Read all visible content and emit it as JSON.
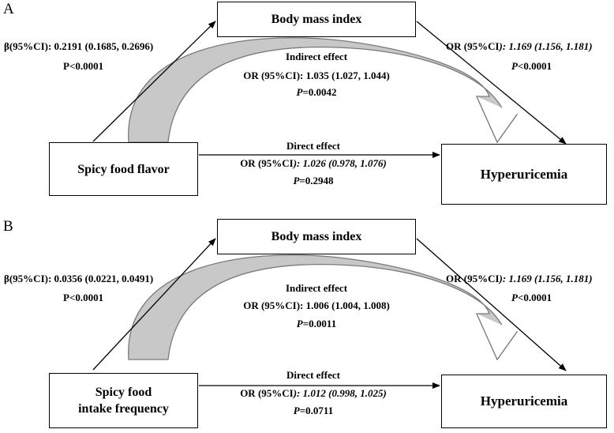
{
  "panels": [
    {
      "letter": "A",
      "mediator": "Body mass index",
      "exposure": "Spicy food flavor",
      "outcome": "Hyperuricemia",
      "a_path": {
        "stat": "β(95%CI): 0.2191 (0.1685, 0.2696)",
        "p": "P<0.0001"
      },
      "b_path": {
        "stat_prefix": "OR (95%CI",
        "stat_suffix": "): 1.169 (1.156, 1.181)",
        "p_sym": "P",
        "p_rest": "<0.0001"
      },
      "indirect": {
        "title": "Indirect effect",
        "stat": "OR (95%CI): 1.035 (1.027, 1.044)",
        "p_sym": "P",
        "p_rest": "=0.0042"
      },
      "direct": {
        "title": "Direct effect",
        "stat_prefix": "OR (95%CI",
        "stat_suffix": "): 1.026 (0.978, 1.076)",
        "p_sym": "P",
        "p_rest": "=0.2948"
      }
    },
    {
      "letter": "B",
      "mediator": "Body mass index",
      "exposure_line1": "Spicy food",
      "exposure_line2": "intake frequency",
      "outcome": "Hyperuricemia",
      "a_path": {
        "stat": "β(95%CI): 0.0356 (0.0221, 0.0491)",
        "p": "P<0.0001"
      },
      "b_path": {
        "stat_prefix": "OR (95%CI",
        "stat_suffix": "): 1.169 (1.156, 1.181)",
        "p_sym": "P",
        "p_rest": "<0.0001"
      },
      "indirect": {
        "title": "Indirect effect",
        "stat": "OR (95%CI): 1.006 (1.004, 1.008)",
        "p_sym": "P",
        "p_rest": "=0.0011"
      },
      "direct": {
        "title": "Direct effect",
        "stat_prefix": "OR (95%CI",
        "stat_suffix": "): 1.012 (0.998, 1.025)",
        "p_sym": "P",
        "p_rest": "=0.0711"
      }
    }
  ]
}
